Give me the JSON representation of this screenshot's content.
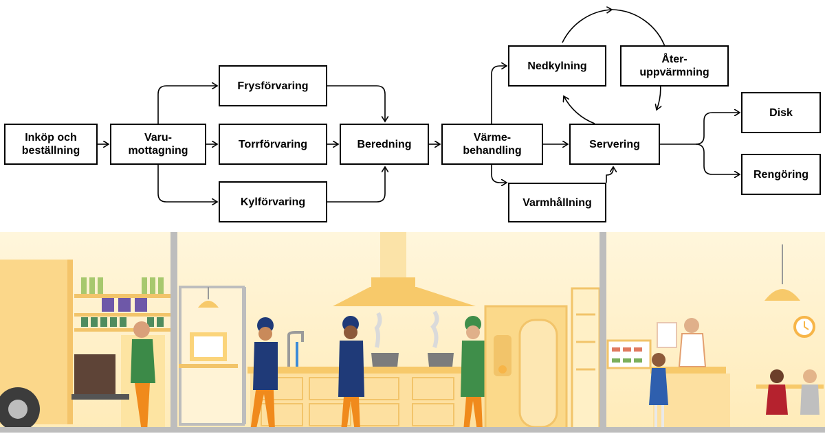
{
  "flowchart": {
    "nodes": {
      "inkop": "Inköp och\nbeställning",
      "varumottagning": "Varu-\nmottagning",
      "frysforvaring": "Frysförvaring",
      "torrforvaring": "Torrförvaring",
      "kylforvaring": "Kylförvaring",
      "beredning": "Beredning",
      "varmebehandling": "Värme-\nbehandling",
      "nedkylning": "Nedkylning",
      "ateruppvarmning": "Åter-\nuppvärmning",
      "varmhallning": "Varmhållning",
      "servering": "Servering",
      "disk": "Disk",
      "rengoring": "Rengöring"
    },
    "edges": [
      [
        "inkop",
        "varumottagning"
      ],
      [
        "varumottagning",
        "frysforvaring"
      ],
      [
        "varumottagning",
        "torrforvaring"
      ],
      [
        "varumottagning",
        "kylforvaring"
      ],
      [
        "frysforvaring",
        "beredning"
      ],
      [
        "torrforvaring",
        "beredning"
      ],
      [
        "kylforvaring",
        "beredning"
      ],
      [
        "beredning",
        "varmebehandling"
      ],
      [
        "varmebehandling",
        "nedkylning"
      ],
      [
        "varmebehandling",
        "servering"
      ],
      [
        "varmebehandling",
        "varmhallning"
      ],
      [
        "varmhallning",
        "servering"
      ],
      [
        "nedkylning",
        "ateruppvarmning"
      ],
      [
        "ateruppvarmning",
        "servering"
      ],
      [
        "servering",
        "nedkylning"
      ],
      [
        "servering",
        "disk"
      ],
      [
        "servering",
        "rengoring"
      ]
    ]
  },
  "illustration": {
    "description_icons": [
      "delivery-truck-icon",
      "storage-shelf-icon",
      "computer-icon",
      "sink-icon",
      "range-hood-icon",
      "cooking-pot-icon",
      "combi-oven-icon",
      "fridge-icon",
      "clock-icon",
      "pendant-lamp-icon",
      "serving-counter-icon"
    ],
    "colors": {
      "wall_yellow": "#FDE7A6",
      "warm_yellow": "#F7C96A",
      "green": "#3F8E4A",
      "navy": "#1F3A78",
      "orange": "#F08A1C",
      "grey": "#9B9B9B"
    }
  }
}
